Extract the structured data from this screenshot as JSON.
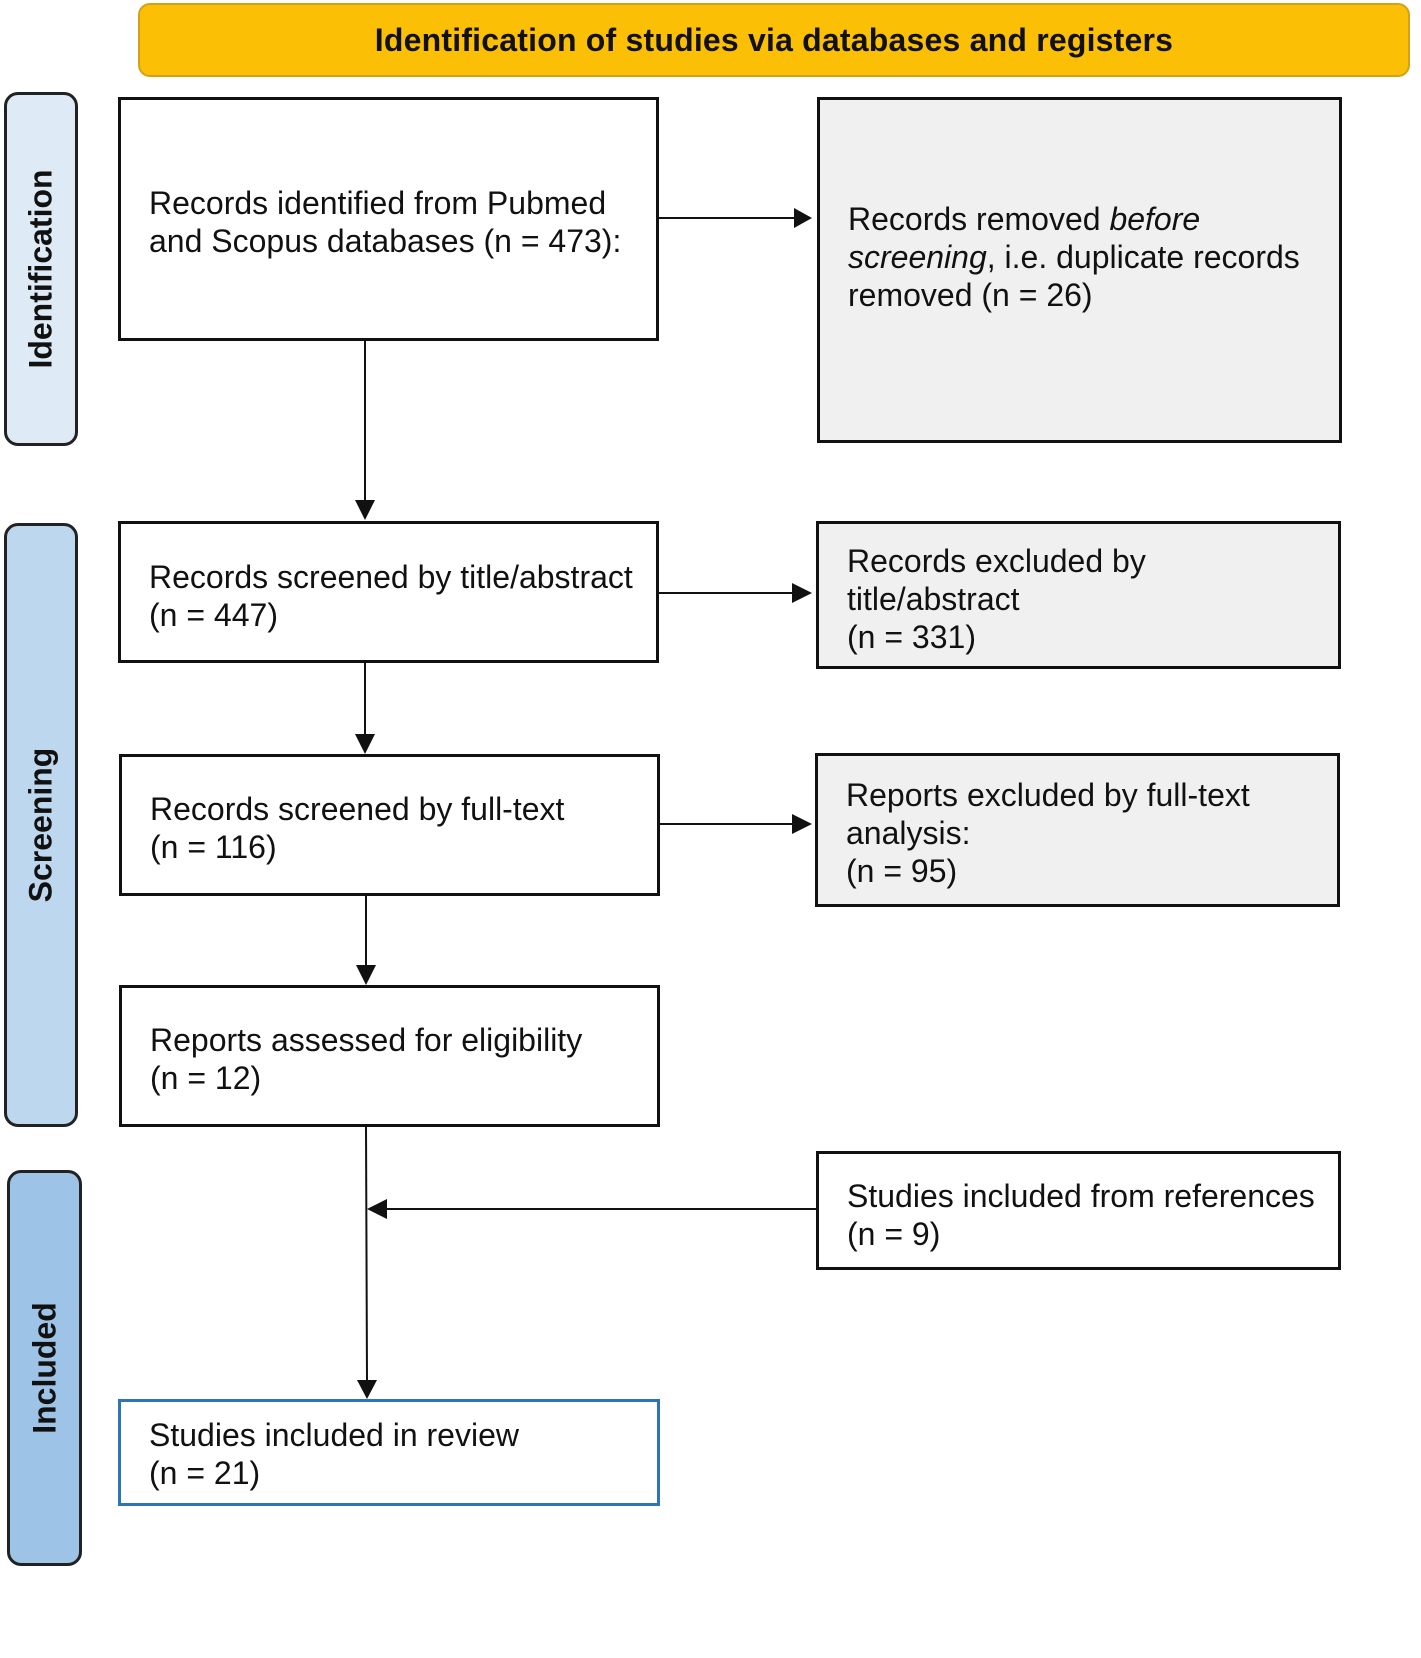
{
  "header": {
    "title": "Identification of studies via databases and registers",
    "color": "#fbbf05"
  },
  "phases": {
    "identification": {
      "label": "Identification",
      "color": "#deebf7"
    },
    "screening": {
      "label": "Screening",
      "color": "#bdd7ee"
    },
    "included": {
      "label": "Included",
      "color": "#9dc3e6"
    }
  },
  "boxes": {
    "records_identified": {
      "lines": [
        "Records identified from Pubmed",
        "and Scopus databases (n = 473):"
      ]
    },
    "records_removed": {
      "line1_prefix": "Records removed ",
      "line1_italic": "before",
      "line2_italic": "screening",
      "line2_suffix": ", i.e. duplicate records",
      "line3": "removed (n = 26)"
    },
    "screened_title": {
      "lines": [
        "Records screened by title/abstract",
        "(n = 447)"
      ]
    },
    "excluded_title": {
      "lines": [
        "Records excluded by",
        "title/abstract",
        "(n = 331)"
      ]
    },
    "screened_fulltext": {
      "lines": [
        "Records screened by full-text",
        "(n = 116)"
      ]
    },
    "excluded_fulltext": {
      "lines": [
        "Reports excluded by full-text",
        "analysis:",
        "(n = 95)"
      ]
    },
    "assessed": {
      "lines": [
        "Reports assessed for eligibility",
        "(n = 12)"
      ]
    },
    "from_references": {
      "lines": [
        "Studies included from references",
        "(n = 9)"
      ]
    },
    "included_review": {
      "lines": [
        "Studies included in review",
        "(n = 21)"
      ]
    }
  }
}
